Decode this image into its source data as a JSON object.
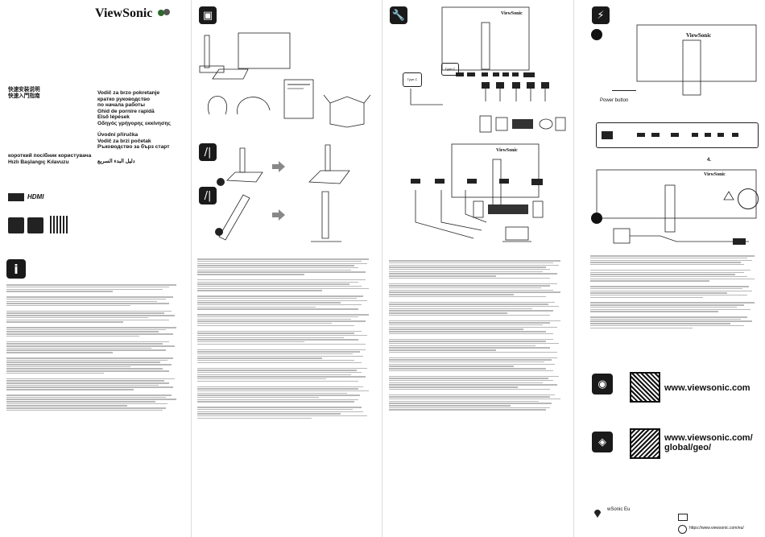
{
  "brand": "ViewSonic",
  "titles_right": [
    "Vodič za brzo pokretanje",
    "кратко руководство",
    "по начала работы",
    "Ghid de pornire rapidă",
    "Első lépések",
    "Οδηγός γρήγορης εκκίνησης"
  ],
  "titles_right2": [
    "Úvodní příručka",
    "Vodič za brzi početak",
    "Ръководство за бърз старт"
  ],
  "titles_left": [
    "快速安装说明",
    "快速入門指南"
  ],
  "titles_bottom": [
    "короткий посібник користувача",
    "Hızlı Başlangıç Kılavuzu",
    "دليل البدء السريع"
  ],
  "power_button_label": "Power button",
  "step_four": "4.",
  "urls": {
    "main": "www.viewsonic.com",
    "global": "www.viewsonic.com/\nglobal/geo/"
  },
  "social": {
    "handle": "wSonic Eu",
    "site": "https://www.viewsonic.com/eu/"
  },
  "port_labels": {
    "type_c": "Type-C",
    "type_c_alt": "Type-C"
  },
  "logo_text": "HDMI",
  "icons": [
    "box-icon",
    "arrow-step-icon",
    "info-icon",
    "wrench-icon",
    "plug-icon",
    "chat-icon",
    "qr-icon"
  ]
}
